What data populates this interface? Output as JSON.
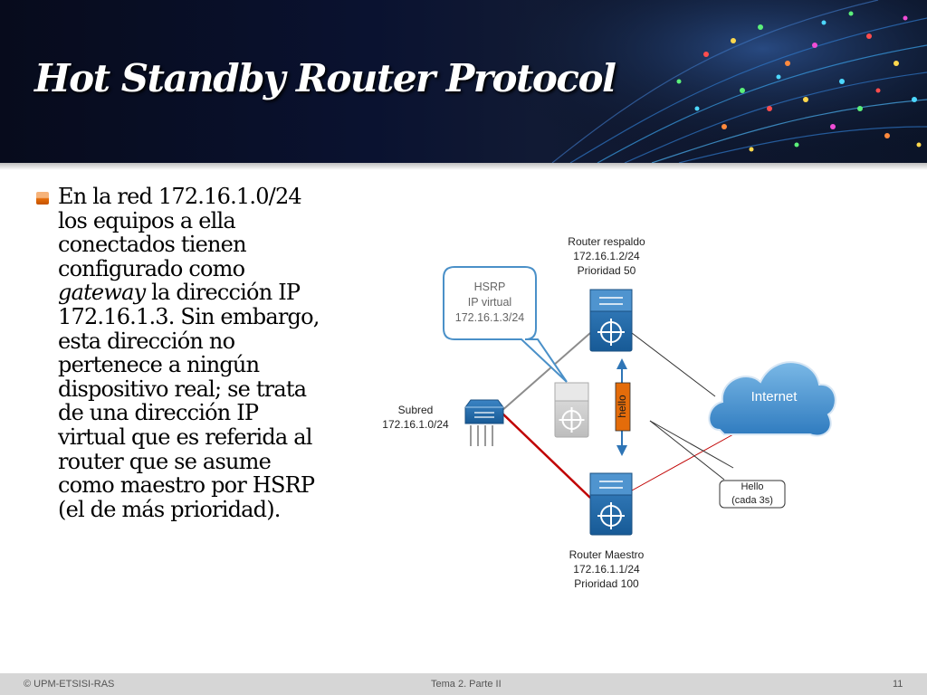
{
  "slide": {
    "title": "Hot Standby Router Protocol",
    "body": {
      "part1": "En la red 172.16.1.0/24 los equipos a ella conectados tienen configurado como ",
      "emphasis": "gateway",
      "part2": " la dirección IP 172.16.1.3. Sin embargo, esta dirección no pertenece a ningún dispositivo real; se trata de una dirección IP virtual que es referida al router que se asume como maestro por HSRP (el de más prioridad)."
    }
  },
  "diagram": {
    "router_backup": [
      "Router respaldo",
      "172.16.1.2/24",
      "Prioridad 50"
    ],
    "hsrp_callout": [
      "HSRP",
      "IP virtual",
      "172.16.1.3/24"
    ],
    "subnet": [
      "Subred",
      "172.16.1.0/24"
    ],
    "internet_label": "Internet",
    "hello_arrow_label": "hello",
    "hello_note": [
      "Hello",
      "(cada 3s)"
    ],
    "router_master": [
      "Router Maestro",
      "172.16.1.1/24",
      "Prioridad 100"
    ],
    "colors": {
      "router_blue": "#1f6aa8",
      "cloud_blue": "#4a95cf",
      "active_link": "#c00000",
      "arrow_orange": "#e46c0a",
      "arrow_blue": "#2e75b6"
    }
  },
  "footer": {
    "left": "© UPM-ETSISI-RAS",
    "center": "Tema 2. Parte II",
    "page": "11"
  }
}
